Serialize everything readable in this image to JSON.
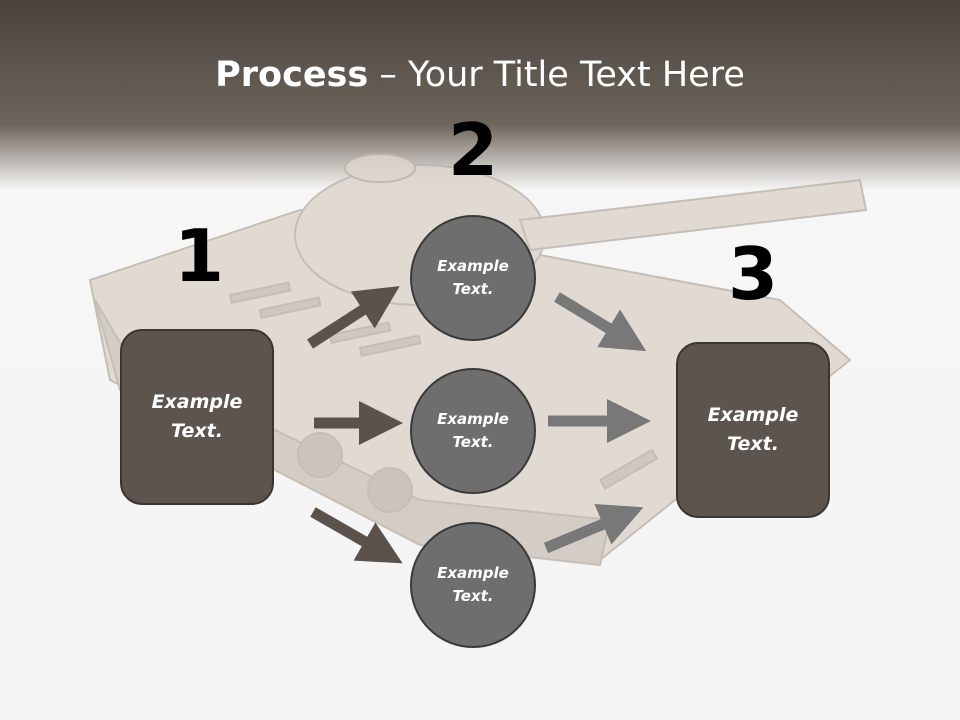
{
  "title": {
    "bold": "Process",
    "rest": " – Your Title Text Here"
  },
  "steps": [
    {
      "number": "1",
      "label": "Example Text."
    },
    {
      "number": "2",
      "label": "Example Text."
    },
    {
      "number": "3",
      "label": "Example Text."
    }
  ],
  "circles": [
    {
      "label": "Example Text."
    },
    {
      "label": "Example Text."
    },
    {
      "label": "Example Text."
    }
  ],
  "colors": {
    "header_dark": "#4a433d",
    "box_fill": "#5c544d",
    "circle_fill": "#6e6e6e",
    "arrow_left": "#5a524b",
    "arrow_right": "#787878"
  }
}
